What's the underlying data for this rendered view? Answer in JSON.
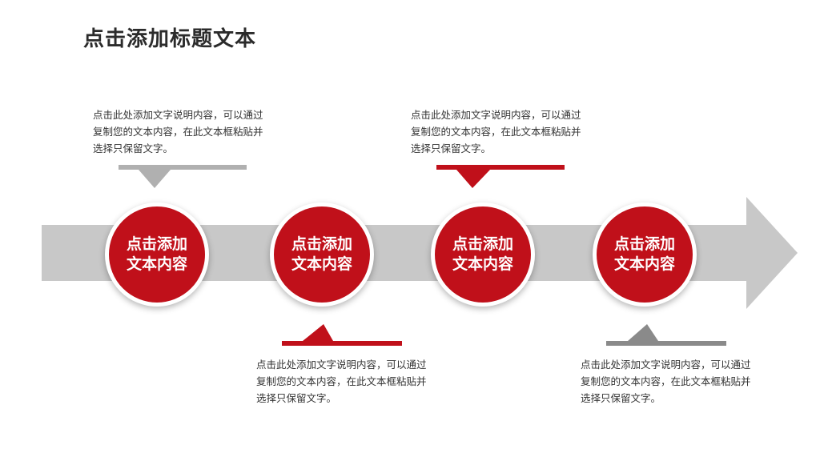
{
  "page": {
    "title": "点击添加标题文本"
  },
  "colors": {
    "accent": "#c0101a",
    "gray": "#b0b0b0",
    "dark_gray": "#808080",
    "arrow_gray": "#c8c8c8"
  },
  "steps": [
    {
      "label": "点击添加文本内容",
      "description": "点击此处添加文字说明内容，可以通过复制您的文本内容，在此文本框粘贴并选择只保留文字。",
      "marker_color": "gray"
    },
    {
      "label": "点击添加文本内容",
      "description": "点击此处添加文字说明内容，可以通过复制您的文本内容，在此文本框粘贴并选择只保留文字。",
      "marker_color": "red"
    },
    {
      "label": "点击添加文本内容",
      "description": "点击此处添加文字说明内容，可以通过复制您的文本内容，在此文本框粘贴并选择只保留文字。",
      "marker_color": "red"
    },
    {
      "label": "点击添加文本内容",
      "description": "点击此处添加文字说明内容，可以通过复制您的文本内容，在此文本框粘贴并选择只保留文字。",
      "marker_color": "dark-gray"
    }
  ]
}
